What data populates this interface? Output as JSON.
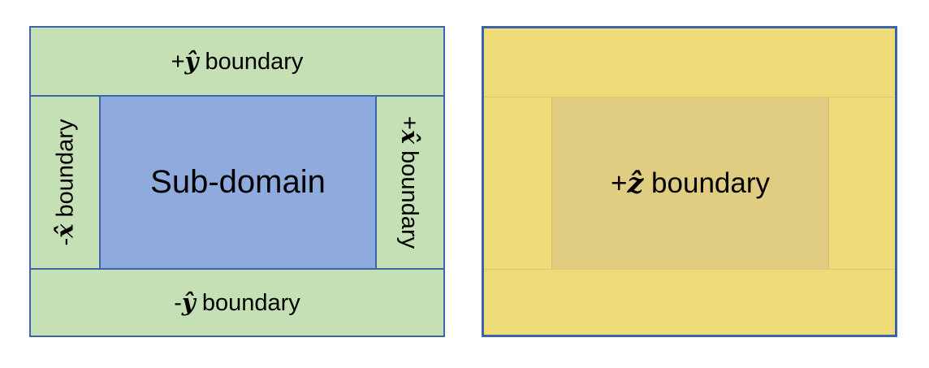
{
  "left_panel": {
    "top_label": {
      "sign": "+",
      "var": "ŷ",
      "word": " boundary"
    },
    "bottom_label": {
      "sign": "-",
      "var": "ŷ",
      "word": " boundary"
    },
    "left_label": {
      "sign": "-",
      "var": "x̂",
      "word": " boundary"
    },
    "right_label": {
      "sign": "+",
      "var": "x̂",
      "word": " boundary"
    },
    "center_label": "Sub-domain"
  },
  "right_panel": {
    "center_label": {
      "sign": "+",
      "var": "ẑ",
      "word": " boundary"
    }
  },
  "colors": {
    "green": "#c5e0b4",
    "blue": "#8faadc",
    "yellow": "#efdb78",
    "tan": "#e1cd82",
    "border": "#3d63a8"
  }
}
